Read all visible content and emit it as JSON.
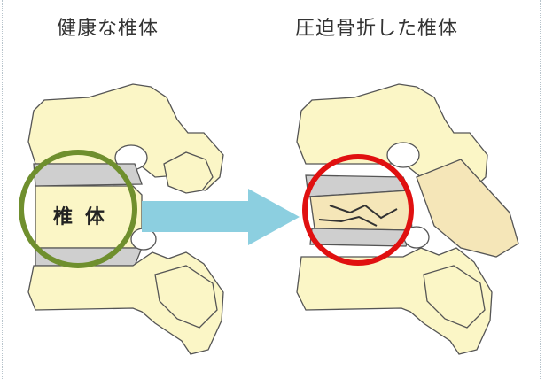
{
  "healthy": {
    "title": "健康な椎体",
    "label_left": "椎",
    "label_right": "体"
  },
  "fractured": {
    "title": "圧迫骨折した椎体"
  },
  "colors": {
    "bone": "#fbf6c6",
    "bone_outline": "#555555",
    "disc": "#cfcfcf",
    "fracture_fill": "#f5e6b8",
    "green_circle": "#6f8f2e",
    "red_circle": "#e01010",
    "arrow": "#8ccfe0"
  }
}
